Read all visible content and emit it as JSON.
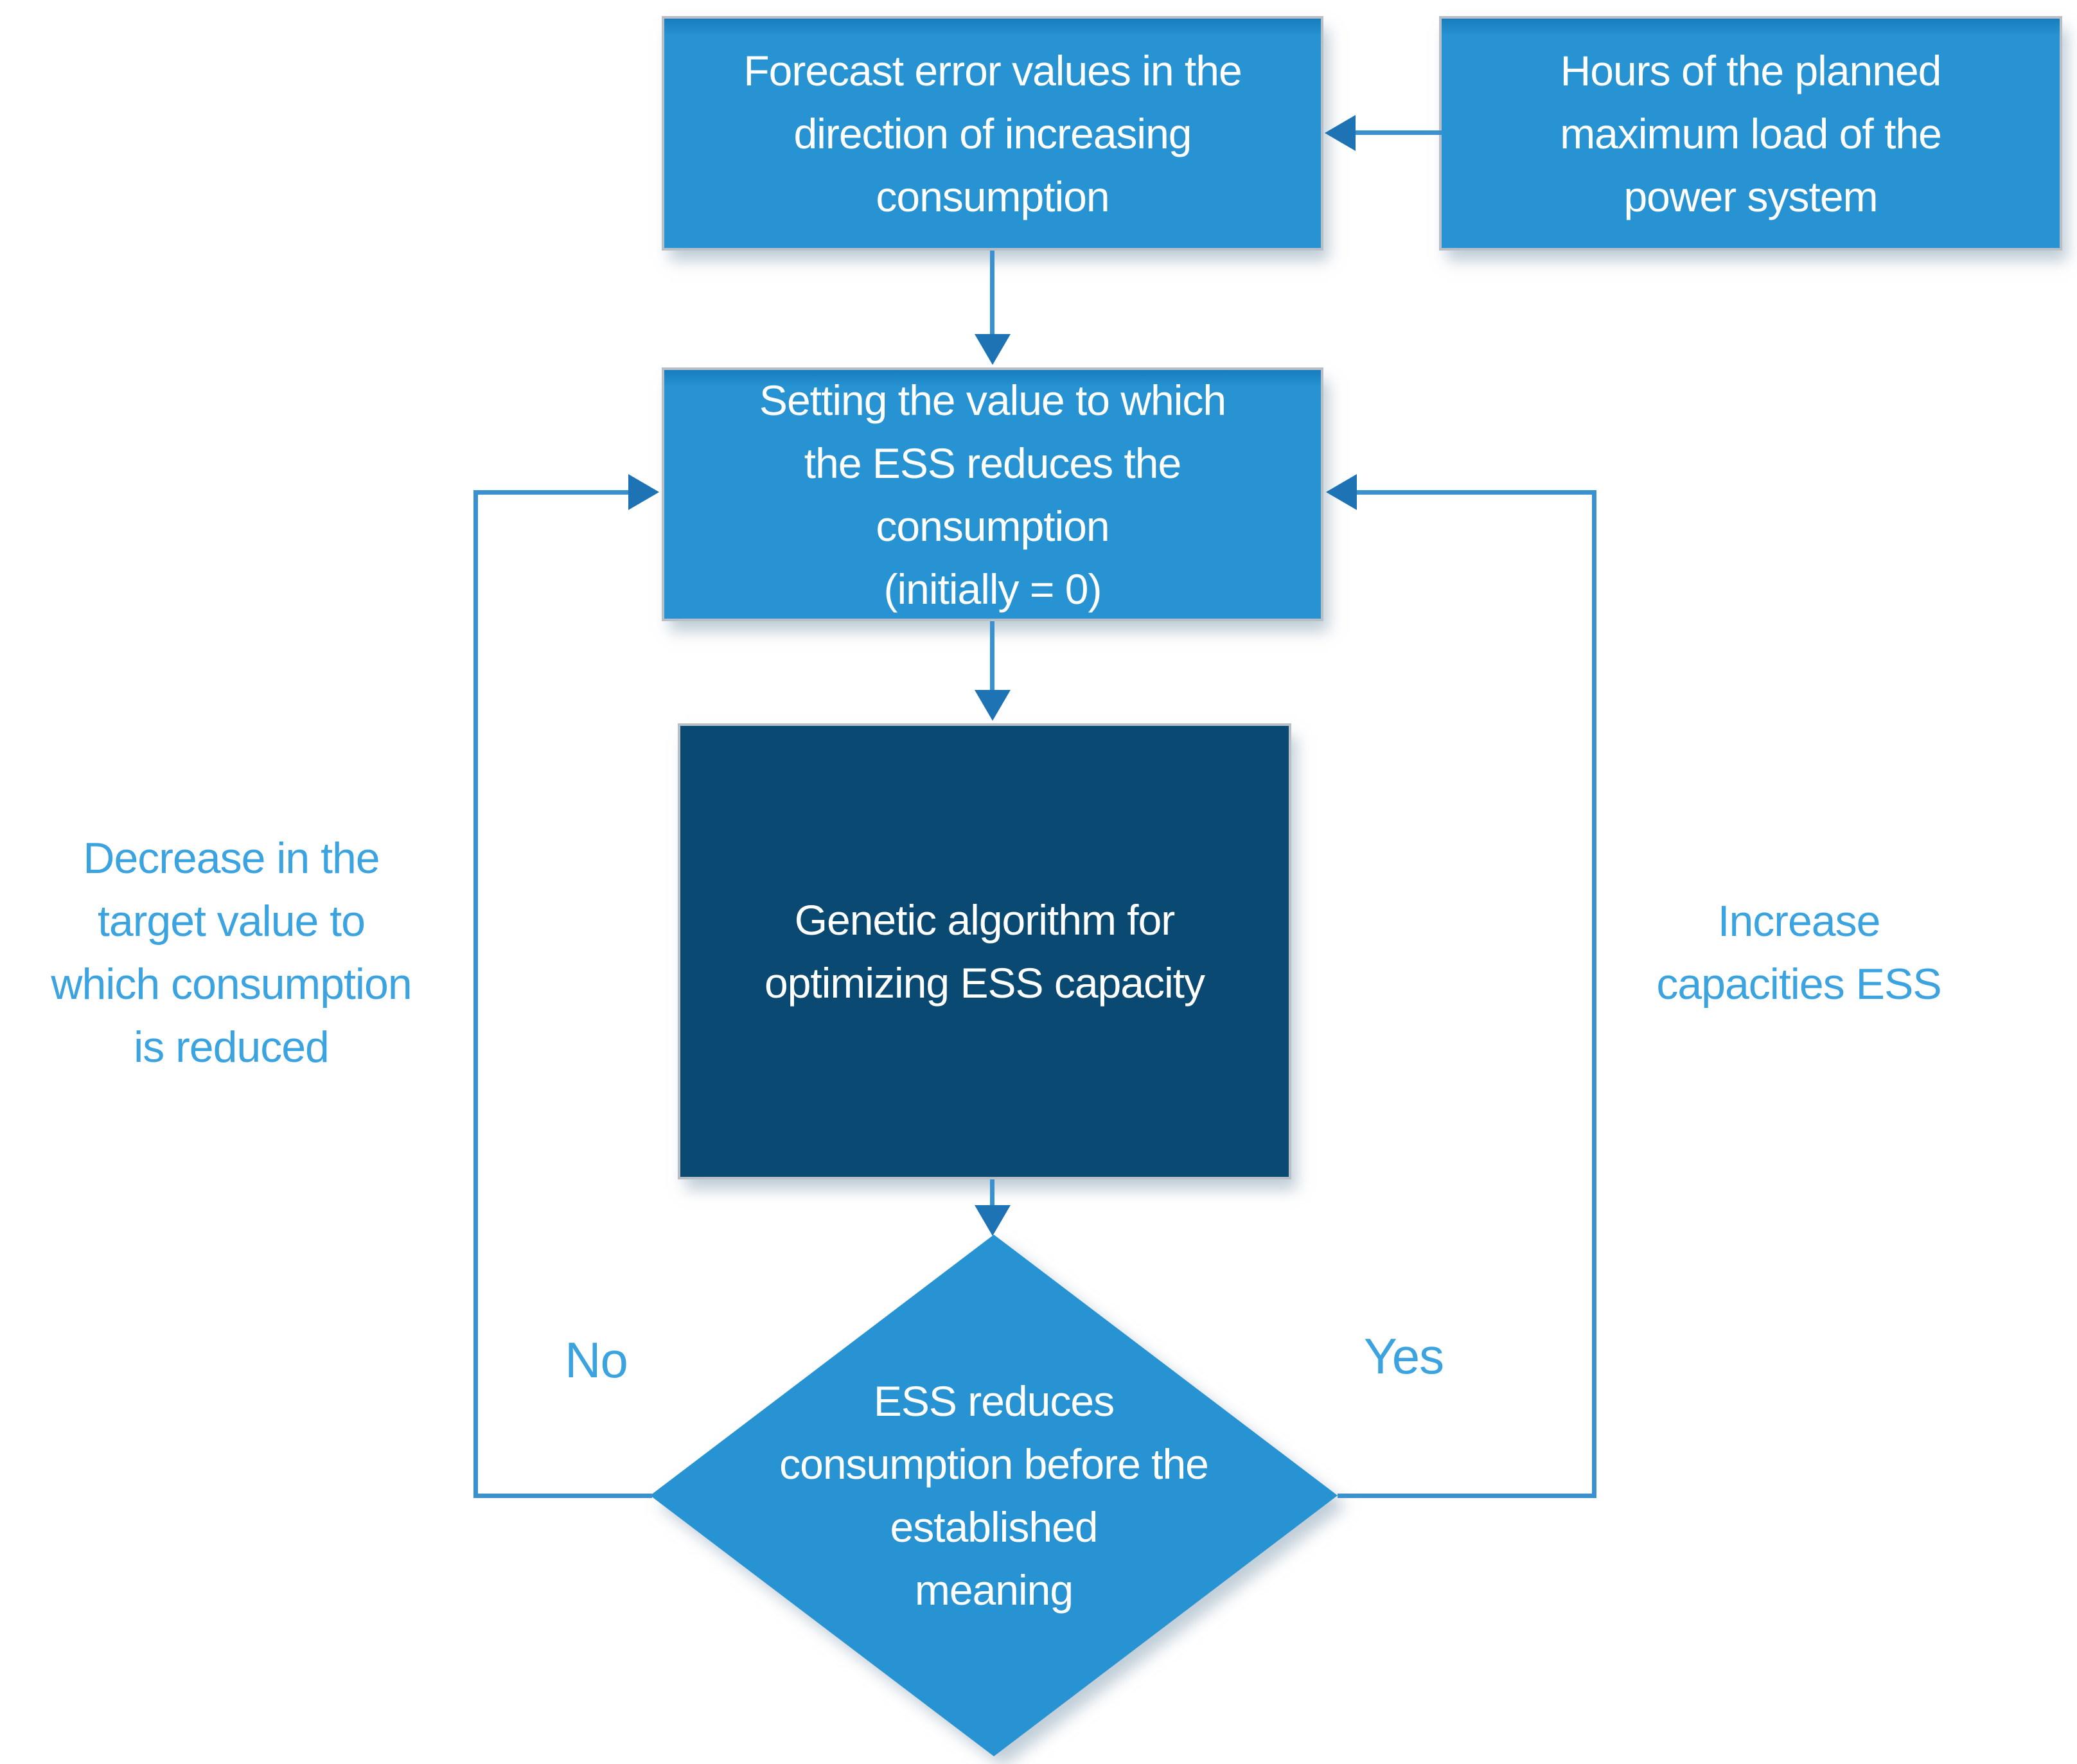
{
  "figure": {
    "type": "flowchart",
    "description": "Flowchart of genetic-algorithm-based optimization of ESS capacity"
  },
  "palette": {
    "box_blue": "#2793d2",
    "box_blue_edge": "#177dbd",
    "navy": "#0a4a72",
    "line_blue": "#3a91cf",
    "arrowhead_blue": "#1e73b4",
    "label_blue": "#3ba3e0",
    "node_text": "#ffffff"
  },
  "nodes": {
    "forecast_error": {
      "lines": [
        "Forecast error values in the",
        "direction of increasing",
        "consumption"
      ]
    },
    "hours_planned": {
      "lines": [
        "Hours of the planned",
        "maximum load of the",
        "power system"
      ]
    },
    "setting_value": {
      "lines": [
        "Setting the value to which",
        "the ESS reduces the",
        "consumption",
        "(initially = 0)"
      ]
    },
    "genetic_algorithm": {
      "lines": [
        "Genetic algorithm for",
        "optimizing ESS capacity"
      ]
    },
    "decision": {
      "lines": [
        "ESS reduces",
        "consumption before the",
        "established",
        "meaning"
      ]
    }
  },
  "labels": {
    "decrease": {
      "lines": [
        "Decrease in the",
        "target value to",
        "which consumption",
        "is reduced"
      ]
    },
    "increase": {
      "lines": [
        "Increase",
        "capacities ESS"
      ]
    },
    "no": "No",
    "yes": "Yes"
  }
}
